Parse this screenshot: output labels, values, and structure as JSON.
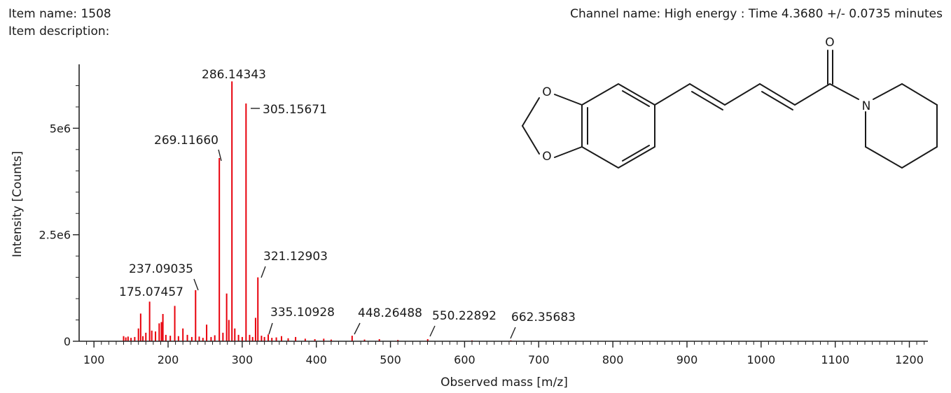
{
  "header": {
    "item_name": "Item name: 1508",
    "item_description": "Item description:",
    "channel": "Channel name: High energy : Time 4.3680 +/- 0.0735 minutes"
  },
  "structure": {
    "atom_o1": "O",
    "atom_o2": "O",
    "atom_o3": "O",
    "atom_n": "N"
  },
  "chart_data": {
    "type": "bar",
    "xlabel": "Observed mass [m/z]",
    "ylabel": "Intensity [Counts]",
    "xlim": [
      80,
      1225
    ],
    "ylim": [
      0,
      6500000
    ],
    "xticks": [
      100,
      200,
      300,
      400,
      500,
      600,
      700,
      800,
      900,
      1000,
      1100,
      1200
    ],
    "yticks": [
      {
        "value": 0,
        "label": "0"
      },
      {
        "value": 2500000,
        "label": "2.5e6"
      },
      {
        "value": 5000000,
        "label": "5e6"
      }
    ],
    "grid": false,
    "color": "#e8000b",
    "peaks": [
      {
        "x": 140,
        "y": 120000
      },
      {
        "x": 143,
        "y": 90000
      },
      {
        "x": 146,
        "y": 110000
      },
      {
        "x": 150,
        "y": 80000
      },
      {
        "x": 155,
        "y": 100000
      },
      {
        "x": 160,
        "y": 300000
      },
      {
        "x": 163,
        "y": 650000
      },
      {
        "x": 166,
        "y": 120000
      },
      {
        "x": 170,
        "y": 200000
      },
      {
        "x": 175.07457,
        "y": 930000
      },
      {
        "x": 178,
        "y": 250000
      },
      {
        "x": 183,
        "y": 230000
      },
      {
        "x": 188,
        "y": 420000
      },
      {
        "x": 191,
        "y": 450000
      },
      {
        "x": 193,
        "y": 640000
      },
      {
        "x": 197,
        "y": 150000
      },
      {
        "x": 203,
        "y": 130000
      },
      {
        "x": 209,
        "y": 830000
      },
      {
        "x": 214,
        "y": 120000
      },
      {
        "x": 220,
        "y": 300000
      },
      {
        "x": 226,
        "y": 150000
      },
      {
        "x": 232,
        "y": 100000
      },
      {
        "x": 237.09035,
        "y": 1200000
      },
      {
        "x": 242,
        "y": 110000
      },
      {
        "x": 247,
        "y": 80000
      },
      {
        "x": 252,
        "y": 390000
      },
      {
        "x": 258,
        "y": 100000
      },
      {
        "x": 263,
        "y": 140000
      },
      {
        "x": 269.1166,
        "y": 4300000
      },
      {
        "x": 274,
        "y": 200000
      },
      {
        "x": 279,
        "y": 1120000
      },
      {
        "x": 282,
        "y": 500000
      },
      {
        "x": 286.14343,
        "y": 6100000
      },
      {
        "x": 290,
        "y": 300000
      },
      {
        "x": 295,
        "y": 150000
      },
      {
        "x": 300,
        "y": 100000
      },
      {
        "x": 305.15671,
        "y": 5580000
      },
      {
        "x": 310,
        "y": 150000
      },
      {
        "x": 314,
        "y": 100000
      },
      {
        "x": 318,
        "y": 550000
      },
      {
        "x": 321.12903,
        "y": 1500000
      },
      {
        "x": 326,
        "y": 130000
      },
      {
        "x": 330,
        "y": 100000
      },
      {
        "x": 335.10928,
        "y": 160000
      },
      {
        "x": 340,
        "y": 80000
      },
      {
        "x": 346,
        "y": 90000
      },
      {
        "x": 353,
        "y": 120000
      },
      {
        "x": 362,
        "y": 70000
      },
      {
        "x": 372,
        "y": 100000
      },
      {
        "x": 385,
        "y": 60000
      },
      {
        "x": 398,
        "y": 50000
      },
      {
        "x": 410,
        "y": 60000
      },
      {
        "x": 420,
        "y": 40000
      },
      {
        "x": 448.26488,
        "y": 130000
      },
      {
        "x": 465,
        "y": 40000
      },
      {
        "x": 485,
        "y": 50000
      },
      {
        "x": 510,
        "y": 30000
      },
      {
        "x": 550.22892,
        "y": 50000
      },
      {
        "x": 610,
        "y": 20000
      },
      {
        "x": 662.35683,
        "y": 20000
      }
    ],
    "annotations": [
      {
        "label": "286.14343",
        "x": 286.14343,
        "y": 6100000
      },
      {
        "label": "305.15671",
        "x": 305.15671,
        "y": 5580000
      },
      {
        "label": "269.11660",
        "x": 269.1166,
        "y": 4300000
      },
      {
        "label": "321.12903",
        "x": 321.12903,
        "y": 1500000
      },
      {
        "label": "237.09035",
        "x": 237.09035,
        "y": 1200000
      },
      {
        "label": "175.07457",
        "x": 175.07457,
        "y": 930000
      },
      {
        "label": "335.10928",
        "x": 335.10928,
        "y": 160000
      },
      {
        "label": "448.26488",
        "x": 448.26488,
        "y": 130000
      },
      {
        "label": "550.22892",
        "x": 550.22892,
        "y": 50000
      },
      {
        "label": "662.35683",
        "x": 662.35683,
        "y": 20000
      }
    ]
  }
}
